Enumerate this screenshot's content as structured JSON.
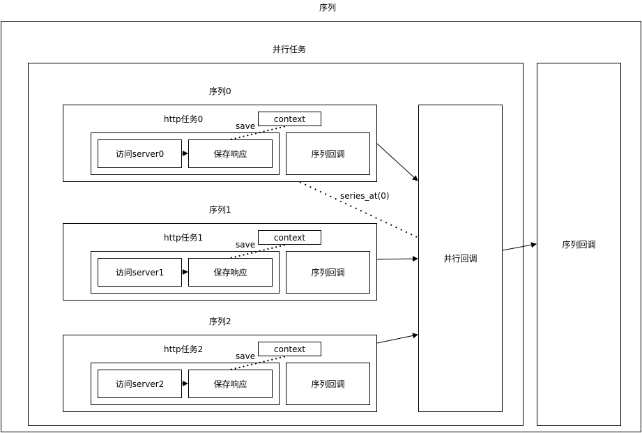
{
  "outer_title": "序列",
  "parallel_title": "并行任务",
  "series": [
    {
      "title": "序列0",
      "task_title": "http任务0",
      "context": "context",
      "save": "save",
      "visit": "访问server0",
      "save_resp": "保存响应",
      "callback": "序列回调"
    },
    {
      "title": "序列1",
      "task_title": "http任务1",
      "context": "context",
      "save": "save",
      "visit": "访问server1",
      "save_resp": "保存响应",
      "callback": "序列回调"
    },
    {
      "title": "序列2",
      "task_title": "http任务2",
      "context": "context",
      "save": "save",
      "visit": "访问server2",
      "save_resp": "保存响应",
      "callback": "序列回调"
    }
  ],
  "series_at_label": "series_at(0)",
  "parallel_callback": "并行回调",
  "outer_callback": "序列回调"
}
